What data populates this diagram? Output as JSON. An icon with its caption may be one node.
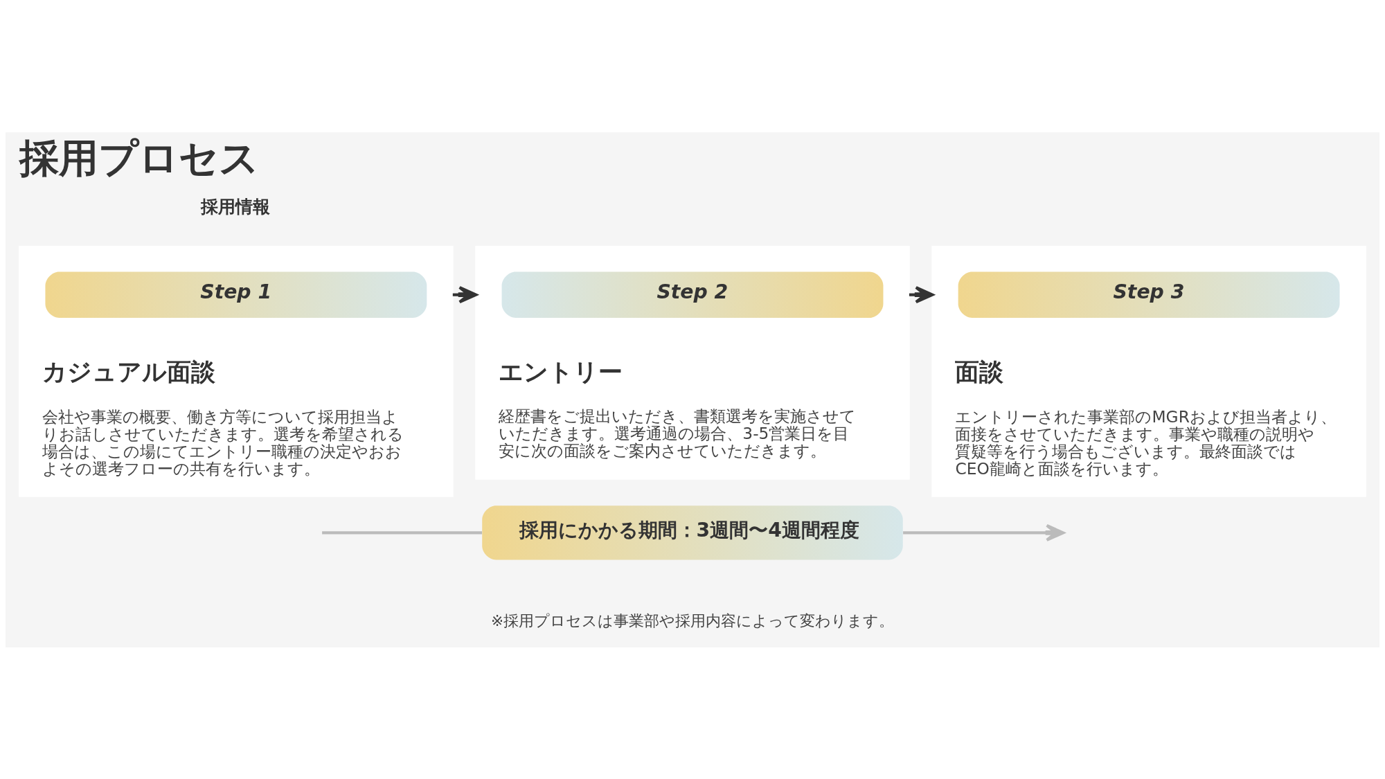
{
  "diagram": {
    "title": "採用プロセス",
    "nodes": [
      {
        "text": [
          "カジュアル面談",
          "会社や事業の概要、働き方等について採用担当よりお話しさせていただきます。選考を希望される場合は、この場にてエントリー職種の決定やおおよその選考フローの共有を行います。"
        ]
      },
      {
        "text": [
          "Step 1"
        ],
        "in": 0
      },
      {
        "text": [
          "エントリー",
          "経歴書をご提出いただき、書類選考を実施させていただきます。選考通過の場合、3-5営業日を目安に次の面談をご案内させていただきます。"
        ]
      },
      {
        "text": [
          "Step 2"
        ],
        "in": 2
      },
      {
        "text": [
          "面談",
          "エントリーされた事業部のMGRおよび担当者より、面接をさせていただきます。事業や職種の説明や質疑等を行う場合もございます。最終面談ではCEO龍崎と面談を行います。"
        ]
      },
      {
        "text": [
          "Step 3"
        ],
        "in": 4
      },
      {
        "text": [
          "採用にかかる期間：3週間〜4週間程度"
        ]
      }
    ],
    "edges": [
      {
        "from": 0,
        "to": 2,
        "arrow": "to",
        "color": "#333333"
      },
      {
        "from": 2,
        "to": 4,
        "arrow": "to",
        "color": "#333333"
      },
      {
        "from": null,
        "to": 6,
        "arrow": "none",
        "color": "#bbbbbb"
      },
      {
        "from": 6,
        "to": null,
        "arrow": "to",
        "color": "#bbbbbb"
      }
    ],
    "labels": [
      "採用情報",
      "※採用プロセスは事業部や採用内容によって変わります。"
    ]
  }
}
